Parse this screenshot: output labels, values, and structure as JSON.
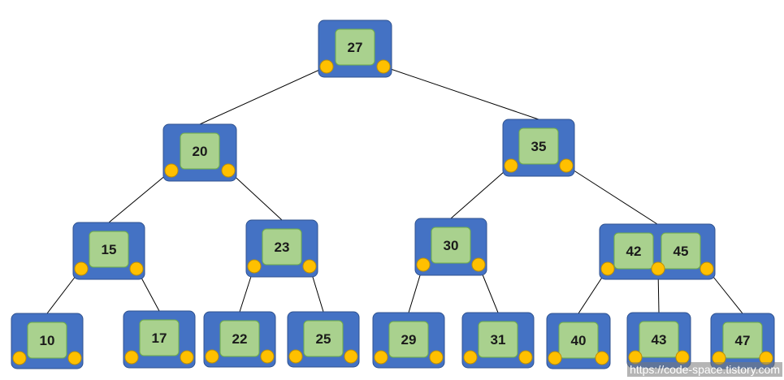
{
  "tree": {
    "root": {
      "keys": [
        "27"
      ],
      "children": [
        {
          "keys": [
            "20"
          ],
          "children": [
            {
              "keys": [
                "15"
              ],
              "children": [
                {
                  "keys": [
                    "10"
                  ]
                },
                {
                  "keys": [
                    "17"
                  ]
                }
              ]
            },
            {
              "keys": [
                "23"
              ],
              "children": [
                {
                  "keys": [
                    "22"
                  ]
                },
                {
                  "keys": [
                    "25"
                  ]
                }
              ]
            }
          ]
        },
        {
          "keys": [
            "35"
          ],
          "children": [
            {
              "keys": [
                "30"
              ],
              "children": [
                {
                  "keys": [
                    "29"
                  ]
                },
                {
                  "keys": [
                    "31"
                  ]
                }
              ]
            },
            {
              "keys": [
                "42",
                "45"
              ],
              "children": [
                {
                  "keys": [
                    "40"
                  ]
                },
                {
                  "keys": [
                    "43"
                  ]
                },
                {
                  "keys": [
                    "47"
                  ]
                }
              ]
            }
          ]
        }
      ]
    }
  },
  "colors": {
    "node_fill": "#4472c4",
    "key_fill": "#a9d18e",
    "pointer_fill": "#ffc000",
    "edge": "#000000"
  },
  "watermark": "https://code-space.tistory.com"
}
